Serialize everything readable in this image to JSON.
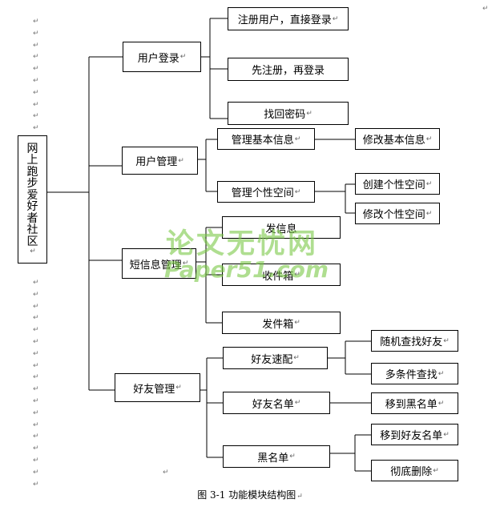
{
  "diagram": {
    "root": "网上跑步爱好者社区",
    "nodes": [
      {
        "id": "login",
        "label": "用户登录"
      },
      {
        "id": "login-reg",
        "label": "注册用户，直接登录"
      },
      {
        "id": "login-first",
        "label": "先注册，再登录"
      },
      {
        "id": "login-recover",
        "label": "找回密码"
      },
      {
        "id": "manage",
        "label": "用户管理"
      },
      {
        "id": "manage-basic",
        "label": "管理基本信息"
      },
      {
        "id": "manage-basic-edit",
        "label": "修改基本信息"
      },
      {
        "id": "manage-space",
        "label": "管理个性空间"
      },
      {
        "id": "manage-space-create",
        "label": "创建个性空间"
      },
      {
        "id": "manage-space-edit",
        "label": "修改个性空间"
      },
      {
        "id": "msg",
        "label": "短信息管理"
      },
      {
        "id": "msg-send",
        "label": "发信息"
      },
      {
        "id": "msg-inbox",
        "label": "收件箱"
      },
      {
        "id": "msg-outbox",
        "label": "发件箱"
      },
      {
        "id": "friend",
        "label": "好友管理"
      },
      {
        "id": "friend-match",
        "label": "好友速配"
      },
      {
        "id": "friend-random",
        "label": "随机查找好友"
      },
      {
        "id": "friend-multi",
        "label": "多条件查找"
      },
      {
        "id": "friend-list",
        "label": "好友名单"
      },
      {
        "id": "friend-to-black",
        "label": "移到黑名单"
      },
      {
        "id": "black",
        "label": "黑名单"
      },
      {
        "id": "black-to-friend",
        "label": "移到好友名单"
      },
      {
        "id": "black-delete",
        "label": "彻底删除"
      }
    ],
    "caption": "图 3-1  功能模块结构图",
    "watermark": {
      "line1": "论文无忧网",
      "line2": "Paper51.com"
    },
    "paragraph_mark": "↵"
  }
}
